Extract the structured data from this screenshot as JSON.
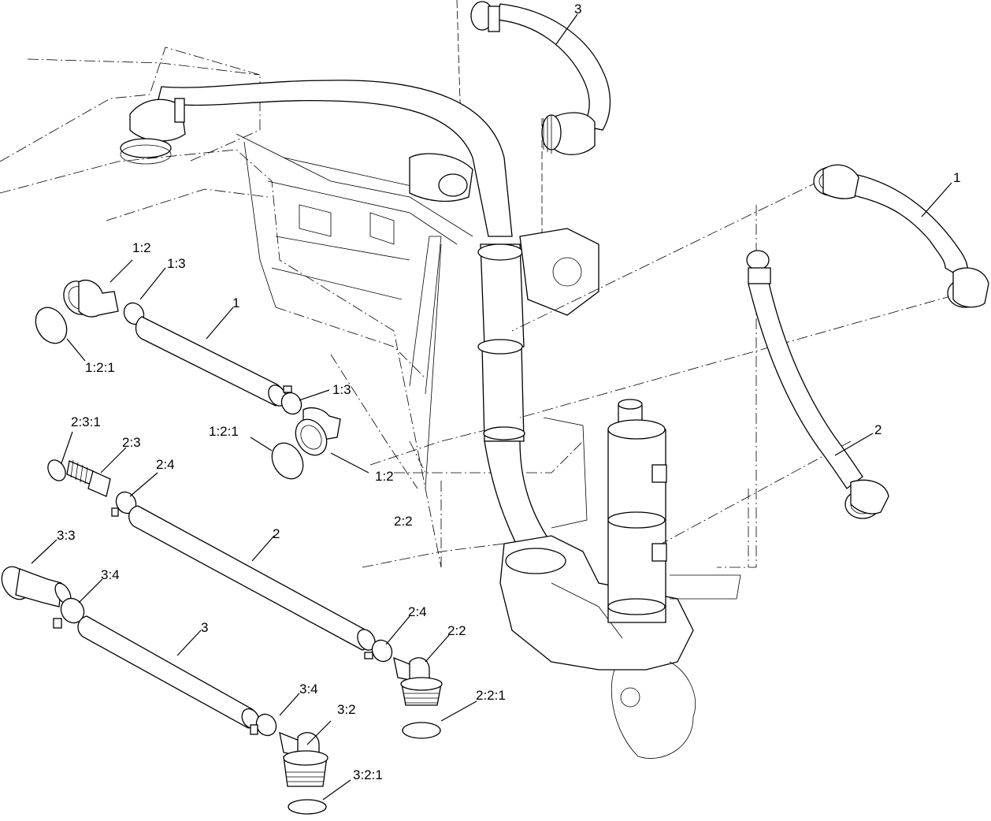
{
  "labels": {
    "l_3_top": "3",
    "l_1_right": "1",
    "l_2_right": "2",
    "l_1_2_a": "1:2",
    "l_1_3_a": "1:3",
    "l_1_left": "1",
    "l_1_2_1_a": "1:2:1",
    "l_1_3_b": "1:3",
    "l_1_2_1_b": "1:2:1",
    "l_1_2_b": "1:2",
    "l_2_3_1": "2:3:1",
    "l_2_3": "2:3",
    "l_2_4_a": "2:4",
    "l_2_2_a": "2:2",
    "l_2_mid": "2",
    "l_3_3": "3:3",
    "l_3_4_a": "3:4",
    "l_3_mid": "3",
    "l_2_4_b": "2:4",
    "l_2_2_b": "2:2",
    "l_2_2_1": "2:2:1",
    "l_3_4_b": "3:4",
    "l_3_2": "3:2",
    "l_3_2_1": "3:2:1"
  }
}
